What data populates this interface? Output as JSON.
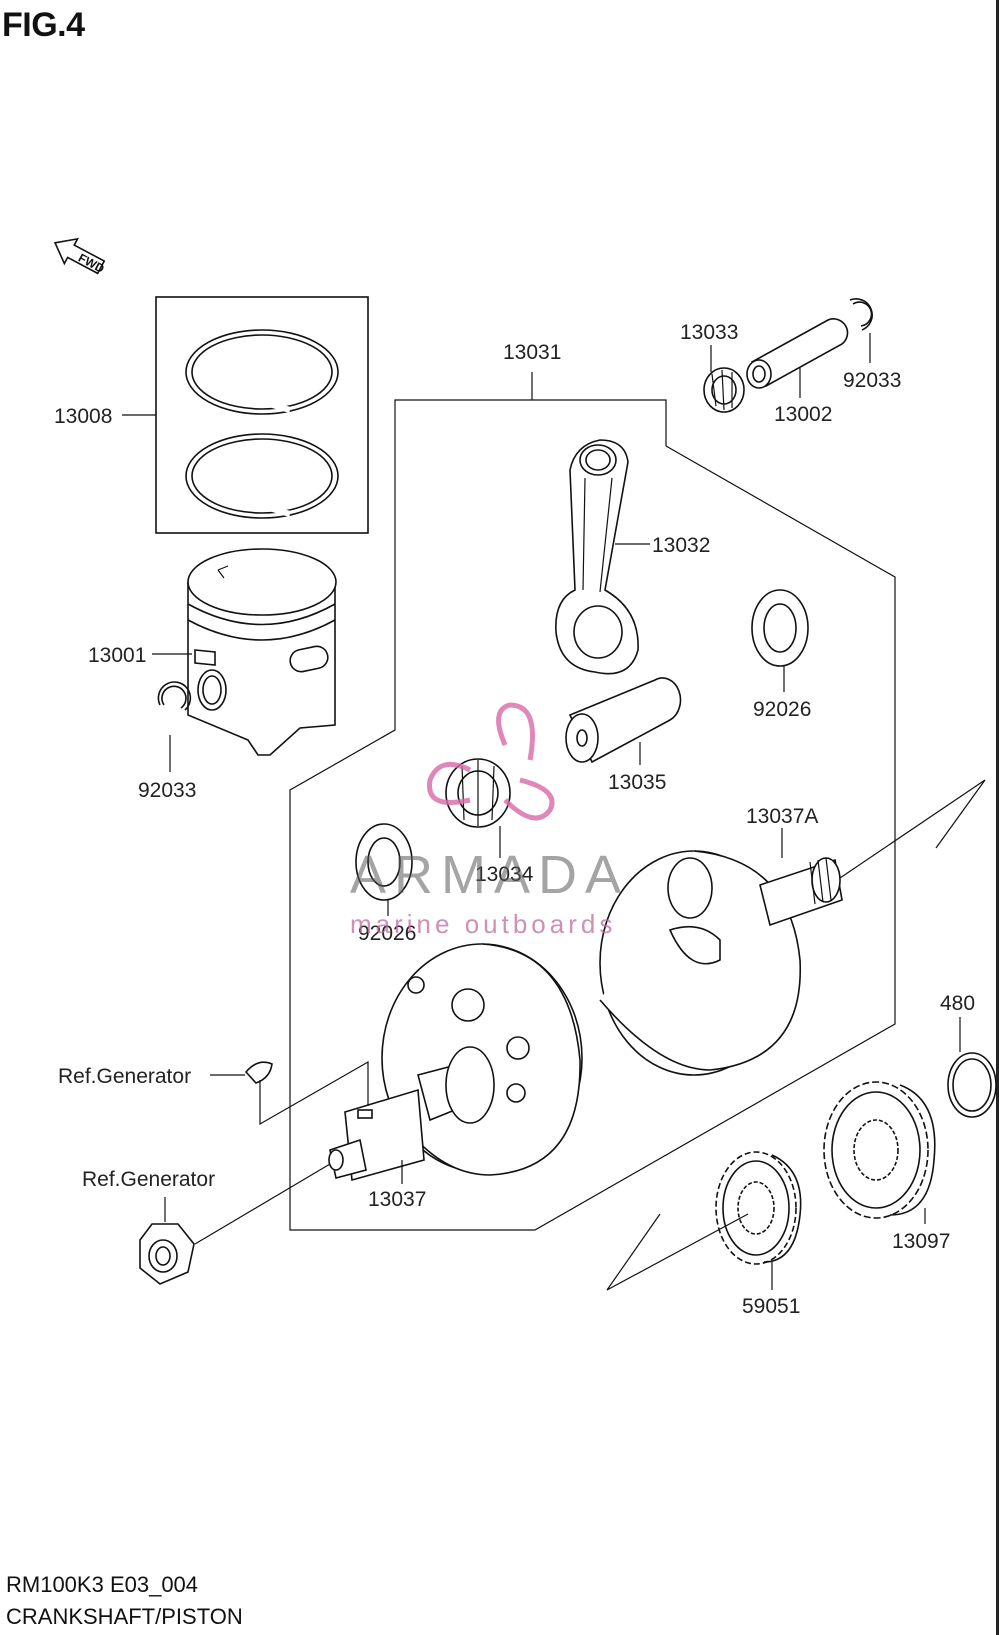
{
  "figure": {
    "title": "FIG.4",
    "code": "RM100K3 E03_004",
    "caption": "CRANKSHAFT/PISTON",
    "fwd_label": "FWD"
  },
  "parts": {
    "p13008": "13008",
    "p13001": "13001",
    "p92033_left": "92033",
    "p13031": "13031",
    "p13033": "13033",
    "p13002": "13002",
    "p92033_right": "92033",
    "p13032": "13032",
    "p92026_right": "92026",
    "p13035": "13035",
    "p13034": "13034",
    "p92026_left": "92026",
    "p13037A": "13037A",
    "p480": "480",
    "ref_generator_key": "Ref.Generator",
    "ref_generator_nut": "Ref.Generator",
    "p13037": "13037",
    "p13097": "13097",
    "p59051": "59051"
  },
  "watermark": {
    "brand": "ARMADA",
    "tagline": "marine outboards",
    "brand_color": "#5a5a5a",
    "accent_color": "#d86aa8"
  }
}
